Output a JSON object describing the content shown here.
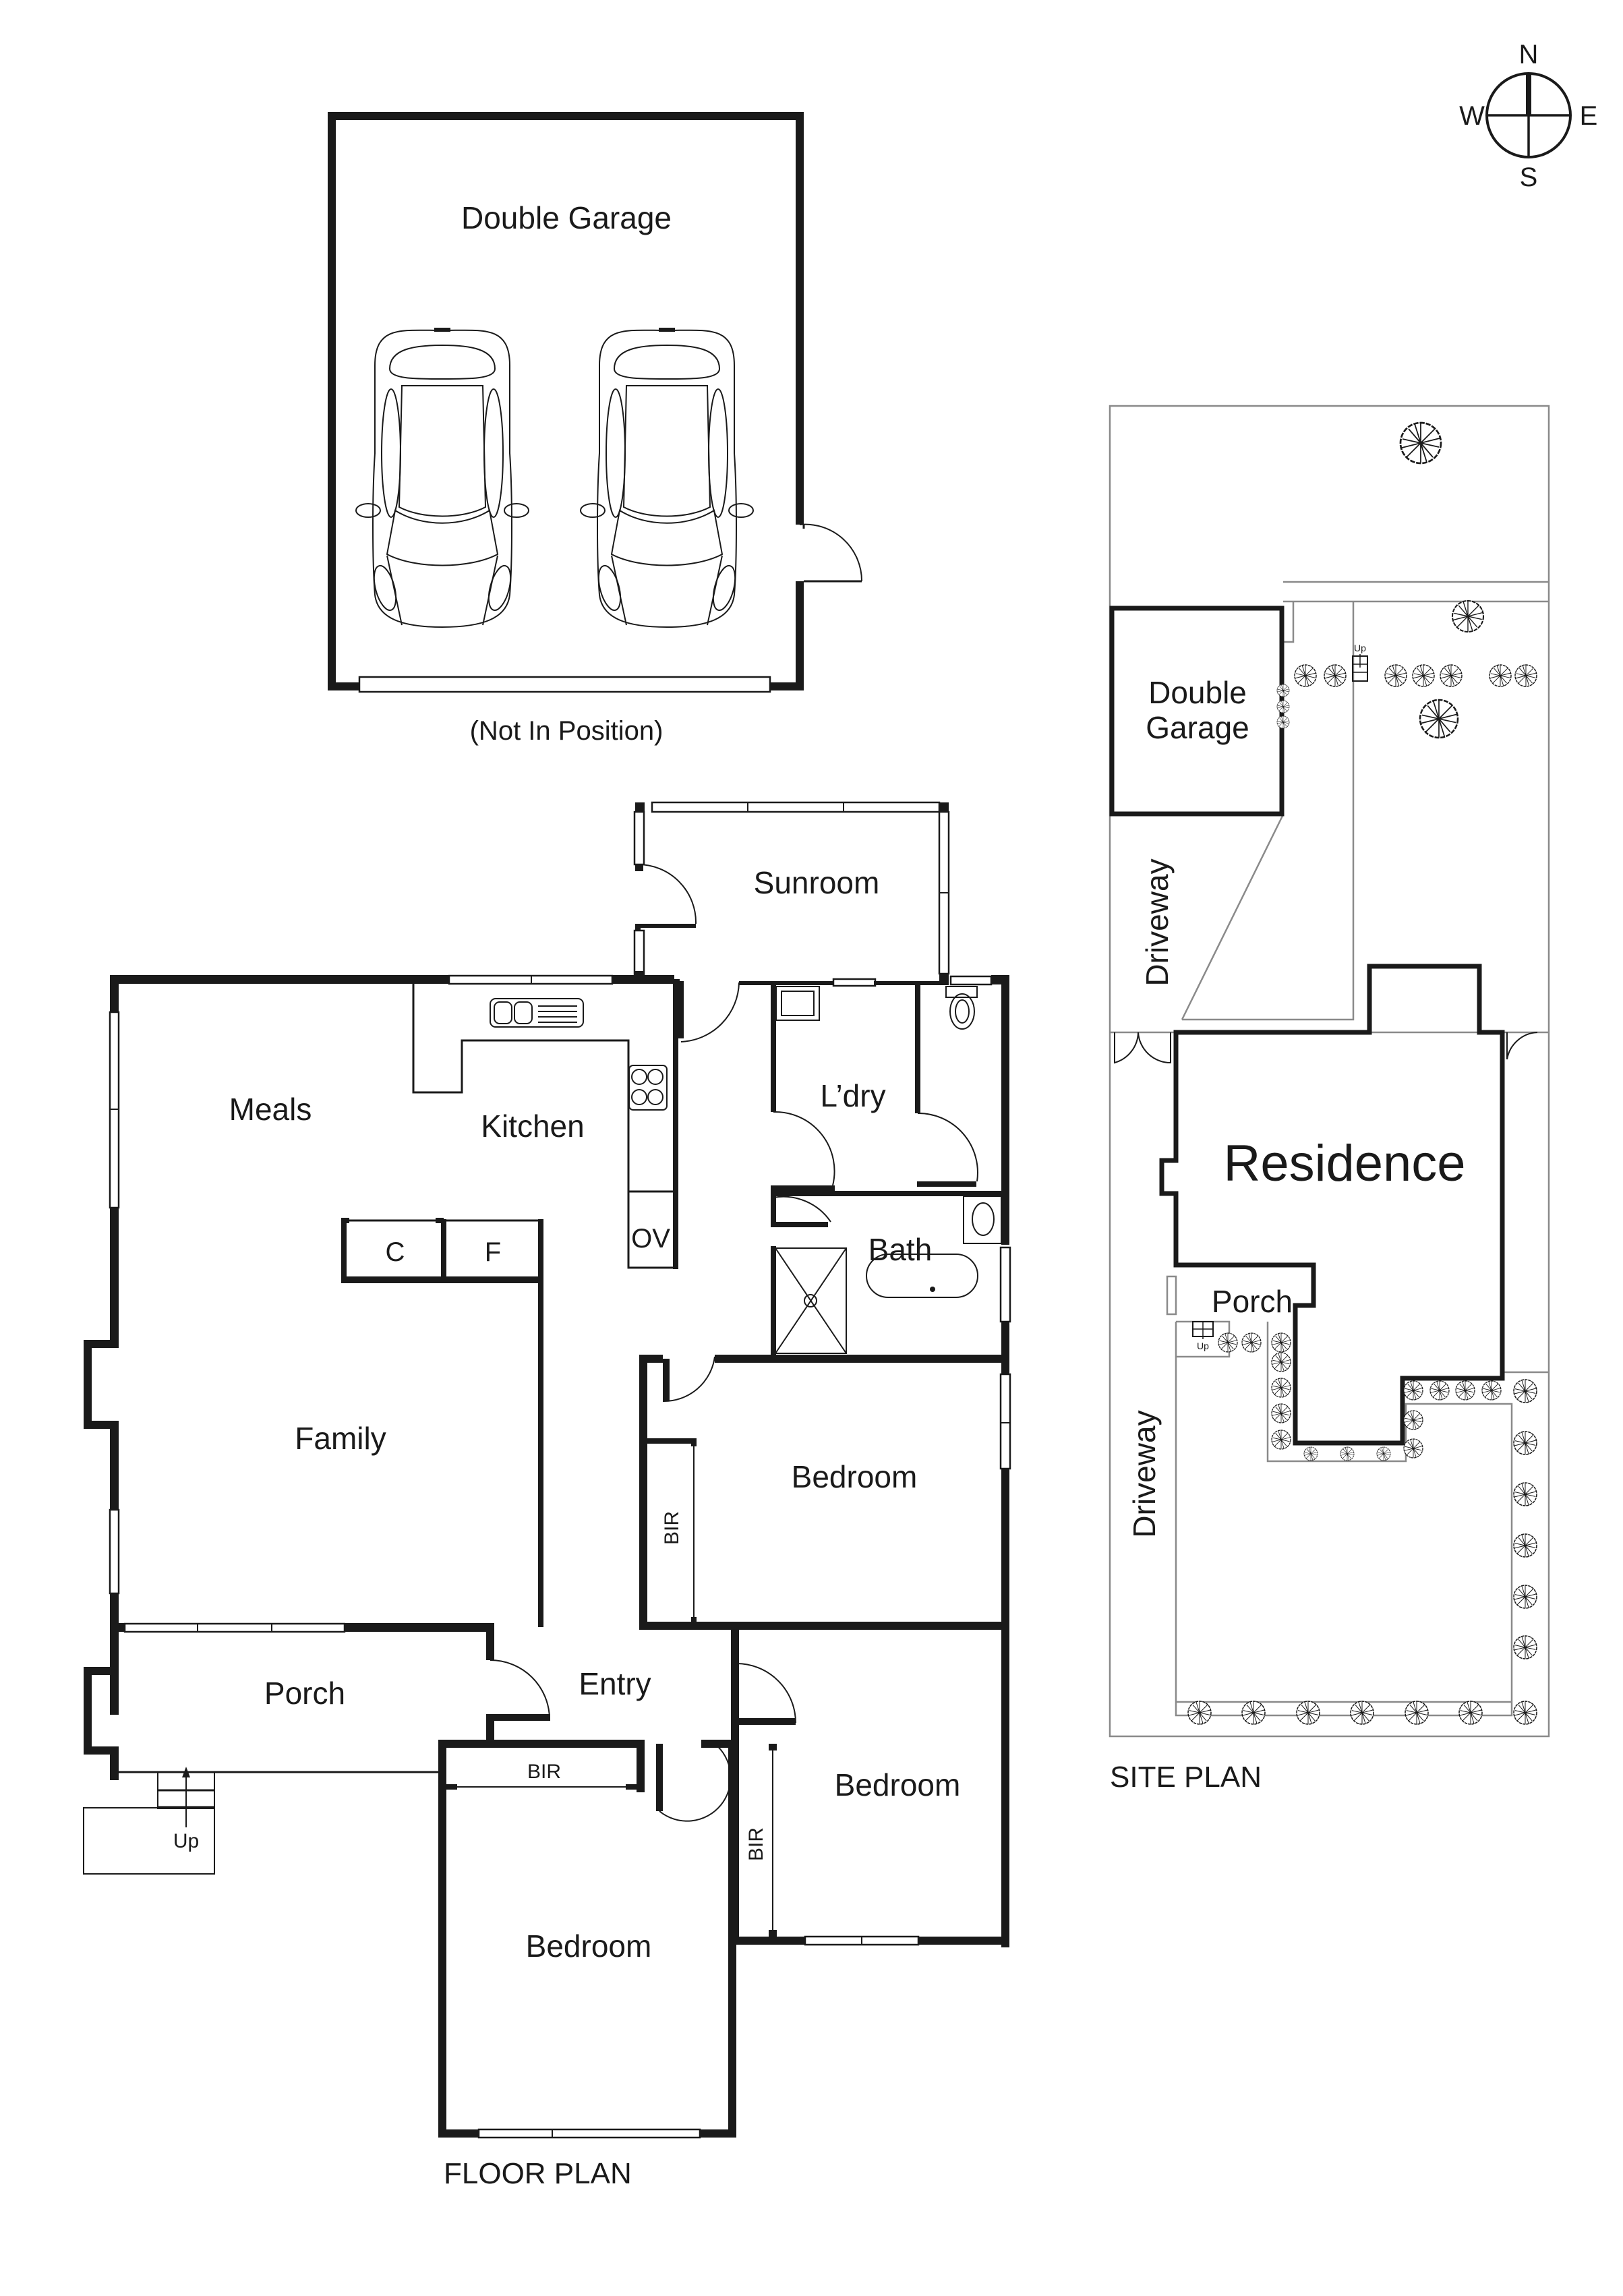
{
  "compass": {
    "n": "N",
    "s": "S",
    "e": "E",
    "w": "W"
  },
  "garage_plan": {
    "room_label": "Double Garage",
    "note": "(Not In Position)",
    "cars": 2
  },
  "floor_plan": {
    "title": "FLOOR PLAN",
    "rooms": {
      "sunroom": "Sunroom",
      "laundry": "L’dry",
      "meals": "Meals",
      "kitchen": "Kitchen",
      "pantry_c": "C",
      "fridge_f": "F",
      "oven": "OV",
      "bath": "Bath",
      "family": "Family",
      "bedroom_1": "Bedroom",
      "bir_1": "BIR",
      "porch": "Porch",
      "entry": "Entry",
      "bir_2": "BIR",
      "bedroom_2": "Bedroom",
      "bir_3": "BIR",
      "bedroom_3": "Bedroom",
      "stairs_up": "Up"
    }
  },
  "site_plan": {
    "title": "SITE PLAN",
    "labels": {
      "garage_line1": "Double",
      "garage_line2": "Garage",
      "driveway_top": "Driveway",
      "driveway_bottom": "Driveway",
      "residence": "Residence",
      "porch": "Porch",
      "stairs_up_rear": "Up",
      "stairs_up_front": "Up"
    }
  }
}
